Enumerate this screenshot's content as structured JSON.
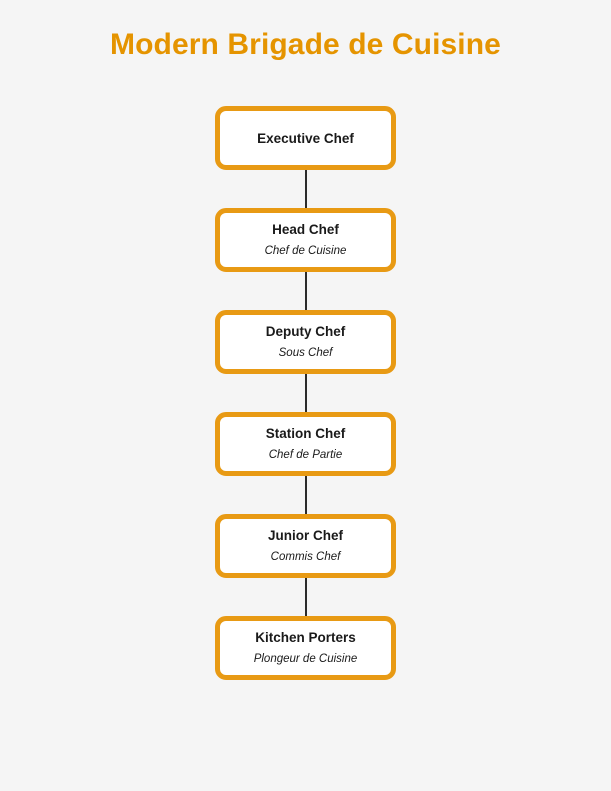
{
  "title": "Modern Brigade de Cuisine",
  "colors": {
    "accent": "#e89a14",
    "title": "#e59400",
    "background": "#f5f5f5",
    "node_fill": "#ffffff",
    "connector": "#2b2b2b",
    "text": "#1a1a1a"
  },
  "chart_data": {
    "type": "diagram",
    "diagram_type": "flowchart",
    "orientation": "vertical",
    "title": "Modern Brigade de Cuisine",
    "nodes": [
      {
        "id": "executive-chef",
        "label": "Executive Chef",
        "sublabel": ""
      },
      {
        "id": "head-chef",
        "label": "Head Chef",
        "sublabel": "Chef de Cuisine"
      },
      {
        "id": "deputy-chef",
        "label": "Deputy Chef",
        "sublabel": "Sous Chef"
      },
      {
        "id": "station-chef",
        "label": "Station Chef",
        "sublabel": "Chef de Partie"
      },
      {
        "id": "junior-chef",
        "label": "Junior Chef",
        "sublabel": "Commis Chef"
      },
      {
        "id": "kitchen-porters",
        "label": "Kitchen Porters",
        "sublabel": "Plongeur de Cuisine"
      }
    ],
    "edges": [
      {
        "from": "executive-chef",
        "to": "head-chef"
      },
      {
        "from": "head-chef",
        "to": "deputy-chef"
      },
      {
        "from": "deputy-chef",
        "to": "station-chef"
      },
      {
        "from": "station-chef",
        "to": "junior-chef"
      },
      {
        "from": "junior-chef",
        "to": "kitchen-porters"
      }
    ]
  }
}
